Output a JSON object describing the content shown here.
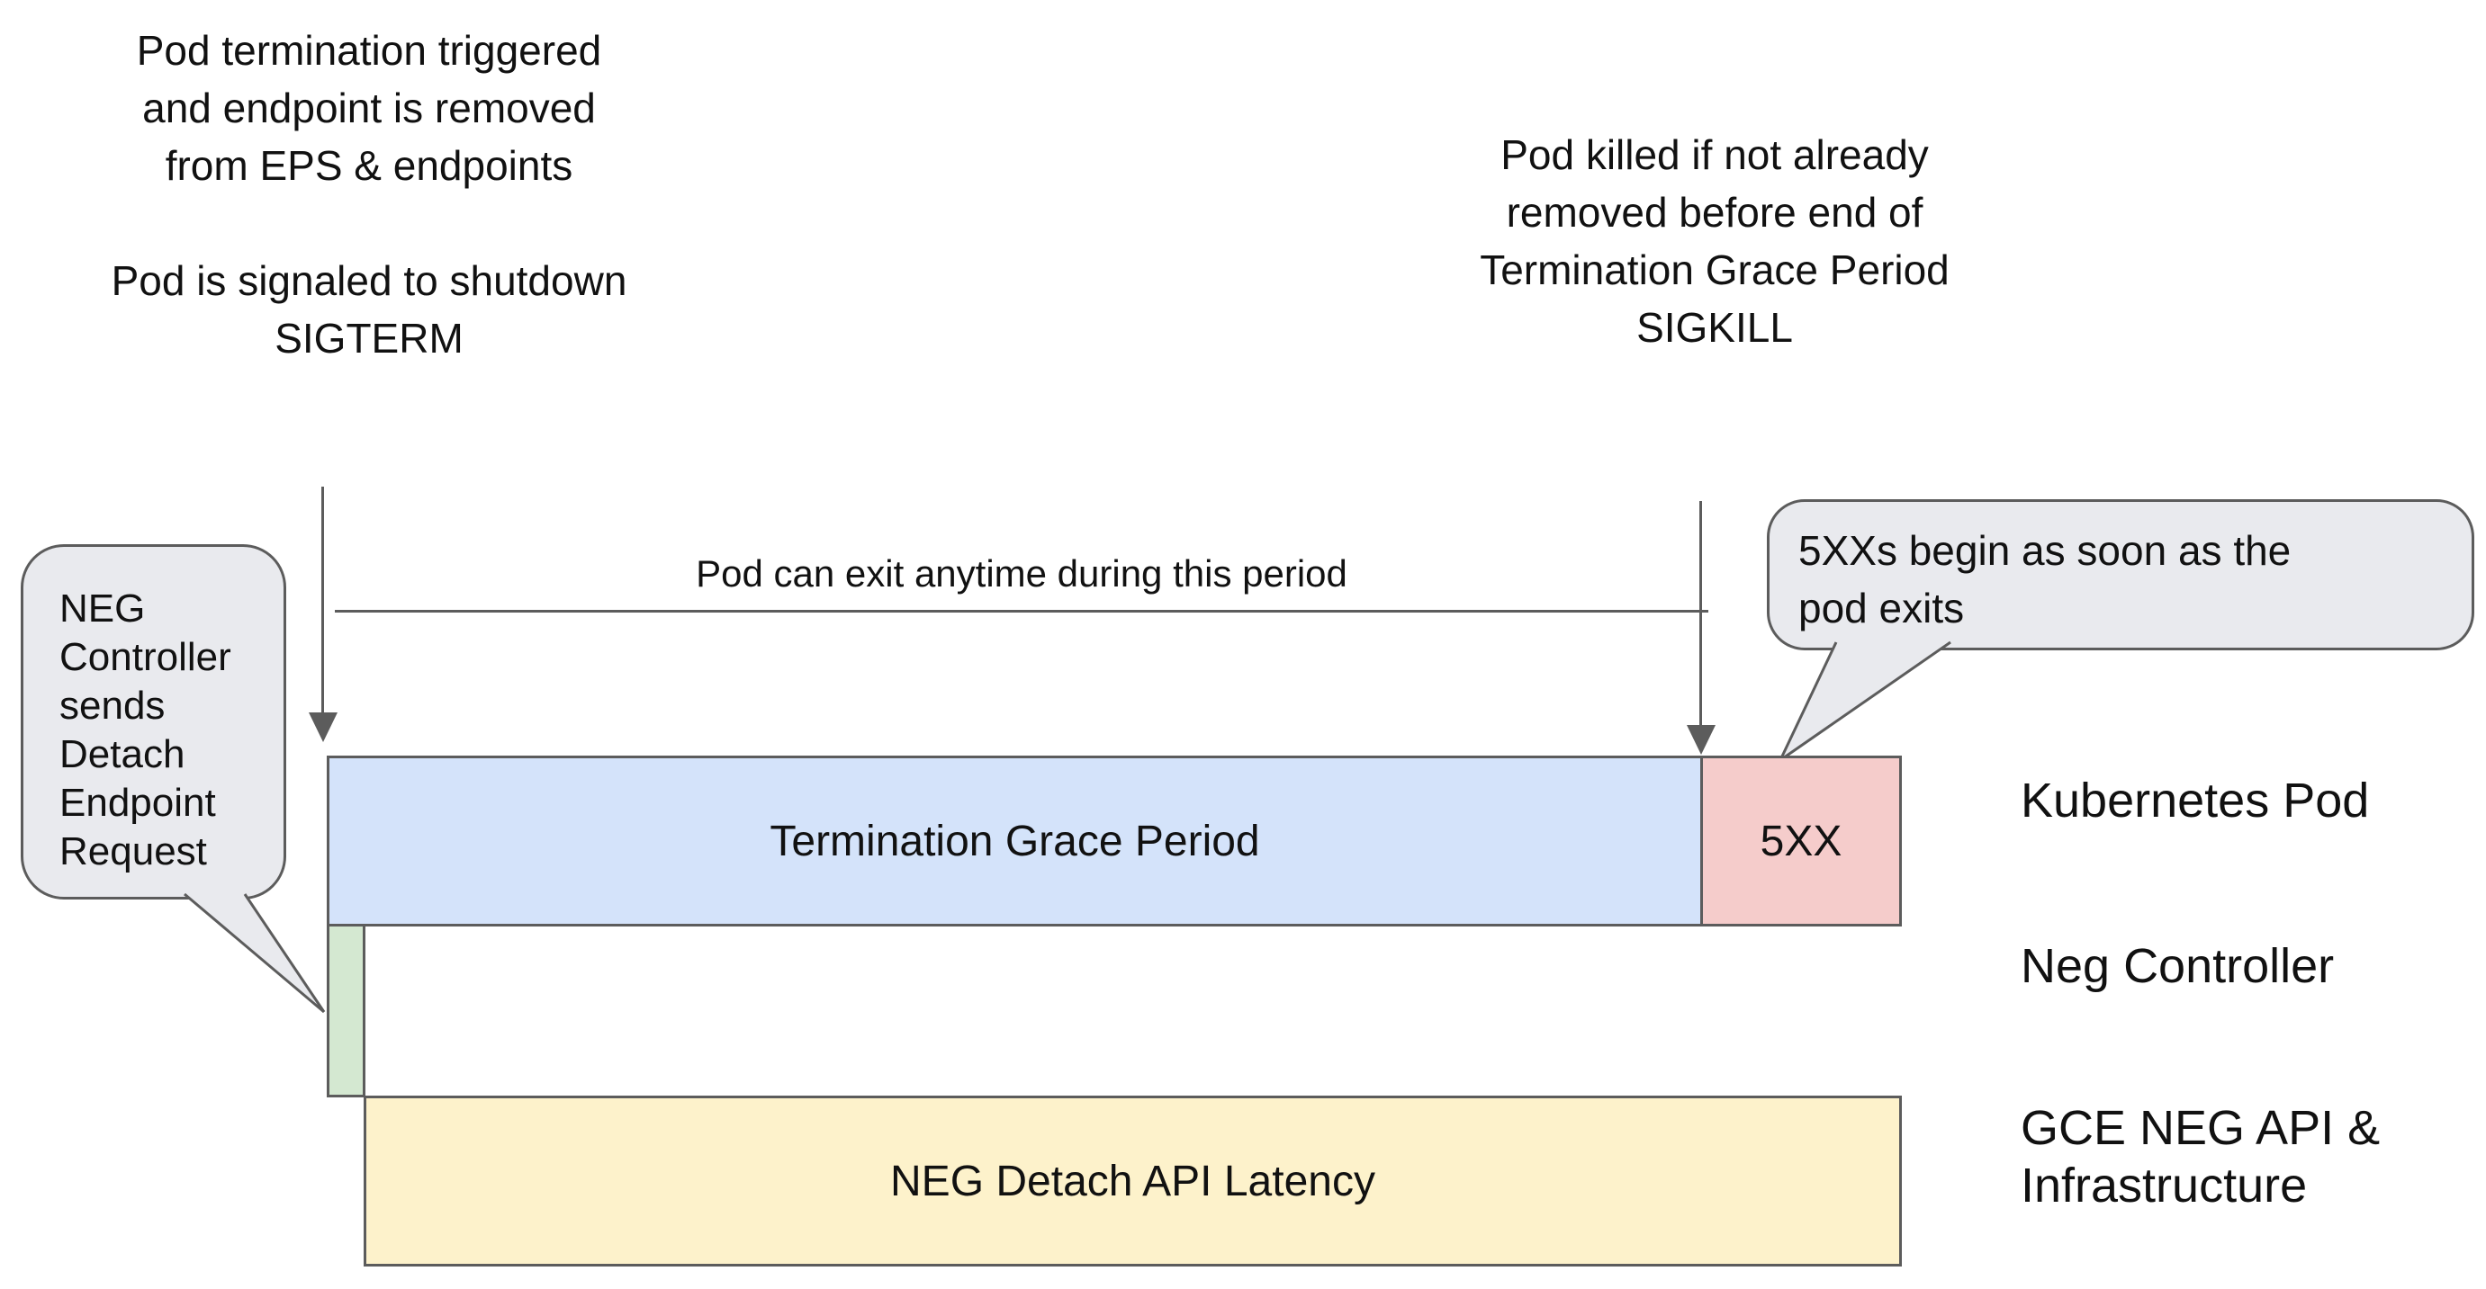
{
  "colors": {
    "bar-blue": "#d4e3fa",
    "bar-pink": "#f5cccb",
    "bar-green": "#d4e8d1",
    "bar-yellow": "#fdf2cb",
    "bubble": "#e9eaee",
    "line": "#5c5c5c",
    "text": "#111111",
    "bg": "#ffffff"
  },
  "annotations": {
    "top_left": "Pod termination triggered\nand endpoint is removed\nfrom EPS & endpoints\n\nPod is signaled to shutdown\nSIGTERM",
    "top_right": "Pod killed if not already\nremoved before end of\nTermination Grace Period\nSIGKILL",
    "span_label": "Pod can exit anytime during this period"
  },
  "bubbles": {
    "left": "NEG\nController\nsends\nDetach\nEndpoint\nRequest",
    "right": "5XXs begin as soon as the\npod exits"
  },
  "bars": {
    "grace_period": "Termination Grace Period",
    "fivexx": "5XX",
    "neg_detach": "NEG Detach API Latency"
  },
  "lanes": {
    "kubernetes_pod": "Kubernetes Pod",
    "neg_controller": "Neg Controller",
    "gce_neg": "GCE NEG API &\nInfrastructure"
  }
}
